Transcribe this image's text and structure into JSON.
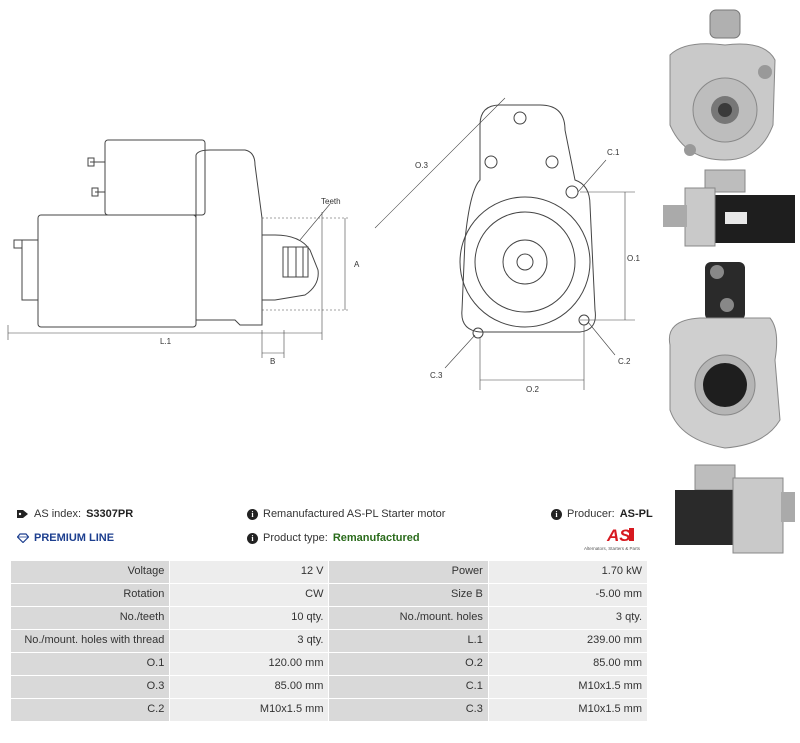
{
  "diagram": {
    "side_labels": {
      "teeth": "Teeth",
      "a": "A",
      "l1": "L.1",
      "b": "B"
    },
    "front_labels": {
      "o3": "O.3",
      "c1": "C.1",
      "o1": "O.1",
      "c2": "C.2",
      "c3": "C.3",
      "o2": "O.2"
    }
  },
  "photos": [
    "front-view-photo",
    "side-view-photo",
    "rear-view-photo",
    "side-view-photo-2"
  ],
  "info": {
    "as_index_label": "AS index:",
    "as_index_value": "S3307PR",
    "description": "Remanufactured AS-PL Starter motor",
    "producer_label": "Producer:",
    "producer_value": "AS-PL",
    "premium_line": "PREMIUM LINE",
    "product_type_label": "Product type:",
    "product_type_value": "Remanufactured",
    "logo_text": "AS",
    "logo_tagline": "Alternators, Starters & Parts"
  },
  "colors": {
    "premium": "#1d3f8f",
    "remanufactured": "#2a6b1b",
    "logo_red": "#d71920"
  },
  "specs": [
    [
      {
        "label": "Voltage",
        "value": "12 V"
      },
      {
        "label": "Power",
        "value": "1.70 kW"
      }
    ],
    [
      {
        "label": "Rotation",
        "value": "CW"
      },
      {
        "label": "Size B",
        "value": "-5.00 mm"
      }
    ],
    [
      {
        "label": "No./teeth",
        "value": "10 qty."
      },
      {
        "label": "No./mount. holes",
        "value": "3 qty."
      }
    ],
    [
      {
        "label": "No./mount. holes with thread",
        "value": "3 qty."
      },
      {
        "label": "L.1",
        "value": "239.00 mm"
      }
    ],
    [
      {
        "label": "O.1",
        "value": "120.00 mm"
      },
      {
        "label": "O.2",
        "value": "85.00 mm"
      }
    ],
    [
      {
        "label": "O.3",
        "value": "85.00 mm"
      },
      {
        "label": "C.1",
        "value": "M10x1.5 mm"
      }
    ],
    [
      {
        "label": "C.2",
        "value": "M10x1.5 mm"
      },
      {
        "label": "C.3",
        "value": "M10x1.5 mm"
      }
    ]
  ]
}
